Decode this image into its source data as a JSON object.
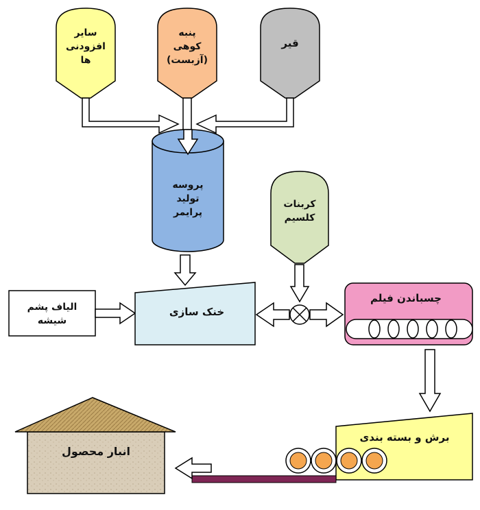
{
  "silos": {
    "additives": {
      "line1": "سایر",
      "line2": "افزودنی",
      "line3": "ها",
      "fill": "#FFFF99"
    },
    "asbestos": {
      "line1": "پنبه",
      "line2": "کوهی",
      "line3": "(آزبست)",
      "fill": "#FAC090"
    },
    "bitumen": {
      "line1": "قیر",
      "fill": "#BFBFBF"
    },
    "calcium": {
      "line1": "کربنات",
      "line2": "کلسیم",
      "fill": "#D7E4BD"
    }
  },
  "process": {
    "production": {
      "line1": "پروسه",
      "line2": "تولید",
      "line3": "پرایمر",
      "fill": "#8EB4E3"
    },
    "cooling": {
      "label": "خنک سازی",
      "fill": "#DBEEF4"
    },
    "glass_fiber": {
      "line1": "الیاف پشم",
      "line2": "شیشه",
      "fill": "#FFFFFF"
    },
    "film": {
      "label": "چسباندن فیلم",
      "fill": "#F29BC5"
    },
    "cutting": {
      "label": "برش و بسته بندی",
      "fill": "#FFFF99"
    },
    "warehouse": {
      "label": "انبار محصول",
      "wall": "#D9CDB8",
      "roof": "#C8A96A"
    }
  },
  "colors": {
    "stroke": "#000000",
    "roller": "#F5A64F",
    "conveyor": "#7F2655"
  }
}
